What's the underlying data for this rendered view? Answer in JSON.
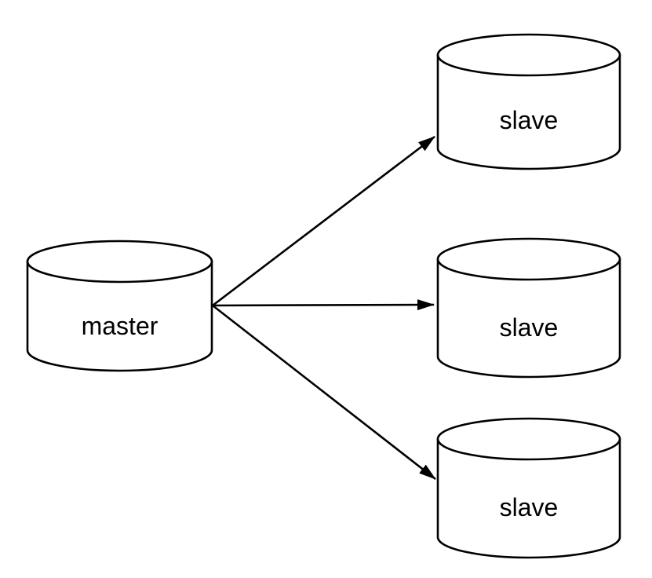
{
  "diagram": {
    "background_color": "#ffffff",
    "node_fill_color": "#ffffff",
    "node_stroke_color": "#000000",
    "arrow_color": "#000000",
    "master": {
      "label": "master"
    },
    "slaves": [
      {
        "label": "slave"
      },
      {
        "label": "slave"
      },
      {
        "label": "slave"
      }
    ],
    "edges": [
      {
        "from": "master",
        "to": "slave-top"
      },
      {
        "from": "master",
        "to": "slave-middle"
      },
      {
        "from": "master",
        "to": "slave-bottom"
      }
    ]
  }
}
